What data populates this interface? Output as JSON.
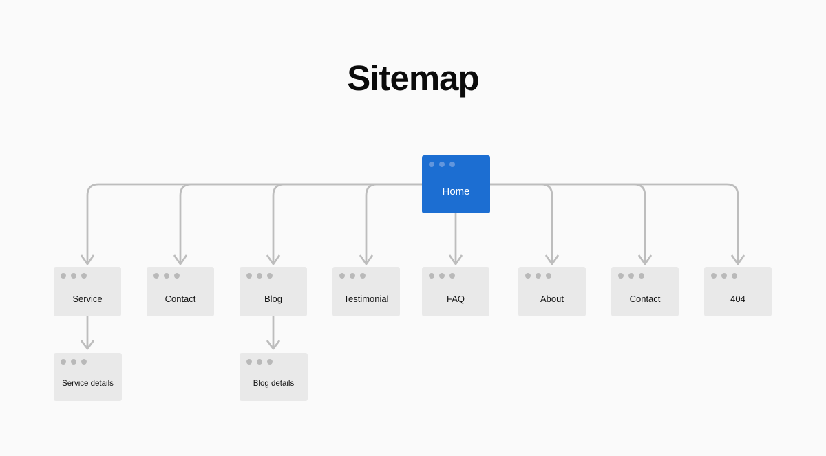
{
  "title": "Sitemap",
  "colors": {
    "background": "#fafafa",
    "connector": "#bdbdbd",
    "home_fill": "#1c6ed2",
    "home_dot": "#6296dd",
    "home_text": "#ffffff",
    "node_fill": "#e9e9e9",
    "node_dot": "#b9b9b9",
    "node_text": "#141414",
    "title_color": "#0b0b0b"
  },
  "sitemap": {
    "root": {
      "label": "Home"
    },
    "children": [
      {
        "label": "Service",
        "children": [
          {
            "label": "Service details"
          }
        ]
      },
      {
        "label": "Contact"
      },
      {
        "label": "Blog",
        "children": [
          {
            "label": "Blog details"
          }
        ]
      },
      {
        "label": "Testimonial"
      },
      {
        "label": "FAQ"
      },
      {
        "label": "About"
      },
      {
        "label": "Contact"
      },
      {
        "label": "404"
      }
    ]
  }
}
